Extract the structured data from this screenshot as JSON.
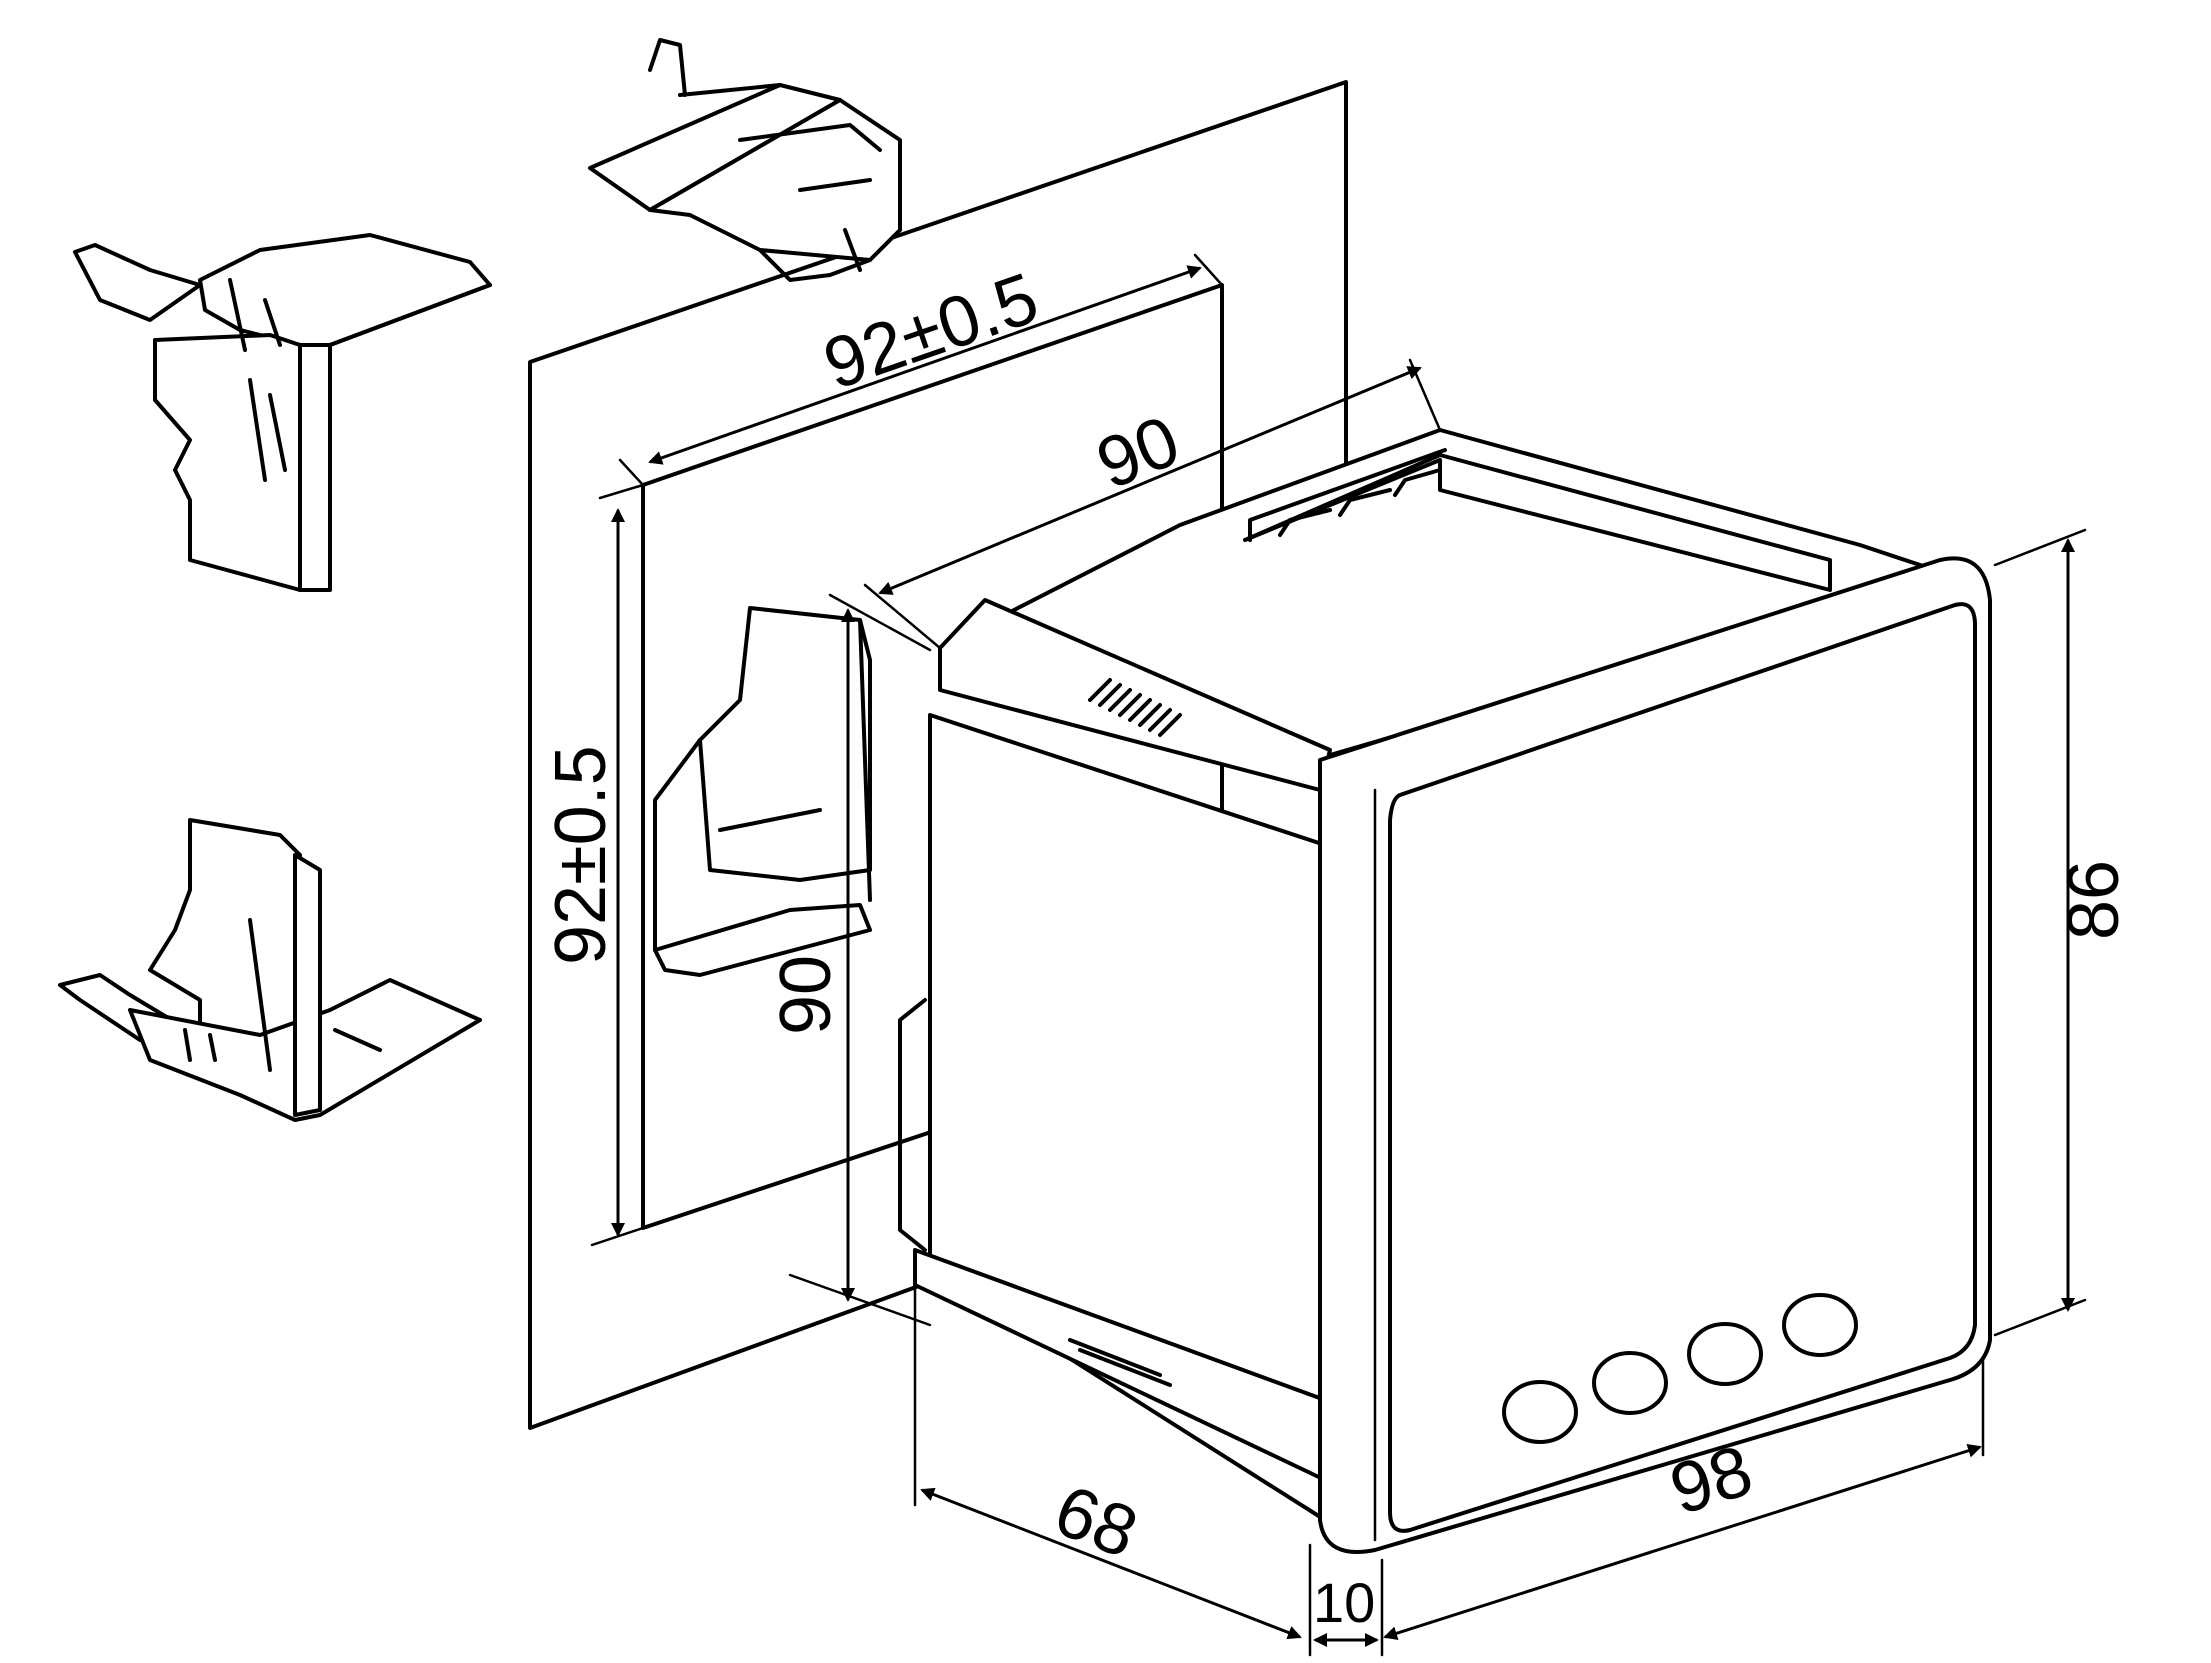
{
  "dimensions": {
    "panel_cutout_width": "92±0.5",
    "panel_cutout_height": "92±0.5",
    "body_width": "90",
    "body_height": "90",
    "front_width": "98",
    "front_height": "86",
    "depth_body": "68",
    "bezel_depth": "10"
  },
  "buttons": {
    "count": 4
  },
  "colors": {
    "line": "#000000",
    "background": "#ffffff"
  }
}
